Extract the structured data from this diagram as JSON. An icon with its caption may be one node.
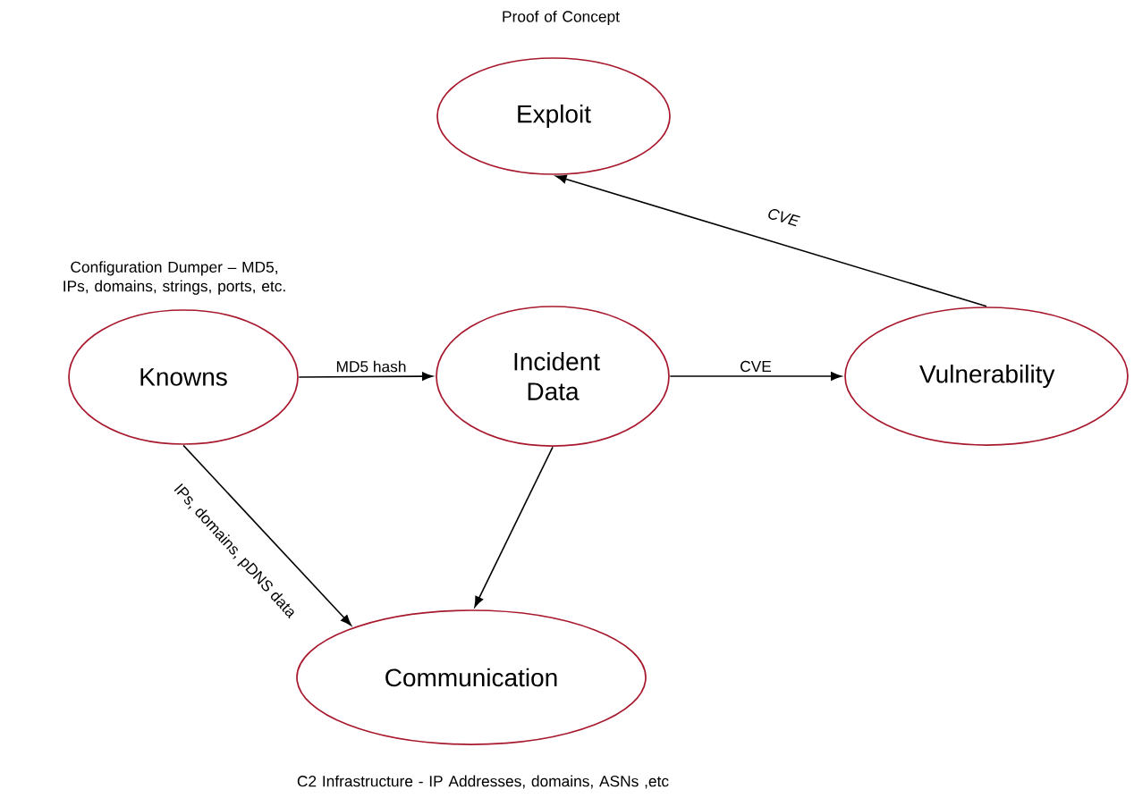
{
  "diagram": {
    "nodes": [
      {
        "text": [
          "Exploit"
        ],
        "beside": [
          "Proof of Concept"
        ]
      },
      {
        "text": [
          "Knowns"
        ],
        "beside": [
          "Configuration Dumper – MD5, IPs, domains, strings, ports, etc."
        ]
      },
      {
        "text": [
          "Incident Data"
        ]
      },
      {
        "text": [
          "Vulnerability"
        ]
      },
      {
        "text": [
          "Communication"
        ],
        "beside": [
          "C2 Infrastructure - IP Addresses, domains, ASNs ,etc"
        ]
      }
    ],
    "edges": [
      {
        "from": 1,
        "to": 2,
        "arrow": "to",
        "label": "MD5 hash"
      },
      {
        "from": 2,
        "to": 3,
        "arrow": "to",
        "label": "CVE"
      },
      {
        "from": 3,
        "to": 0,
        "arrow": "to",
        "label": "CVE"
      },
      {
        "from": 1,
        "to": 4,
        "arrow": "to",
        "label": "IPs, domains, pDNS data"
      },
      {
        "from": 2,
        "to": 4,
        "arrow": "to"
      }
    ]
  }
}
